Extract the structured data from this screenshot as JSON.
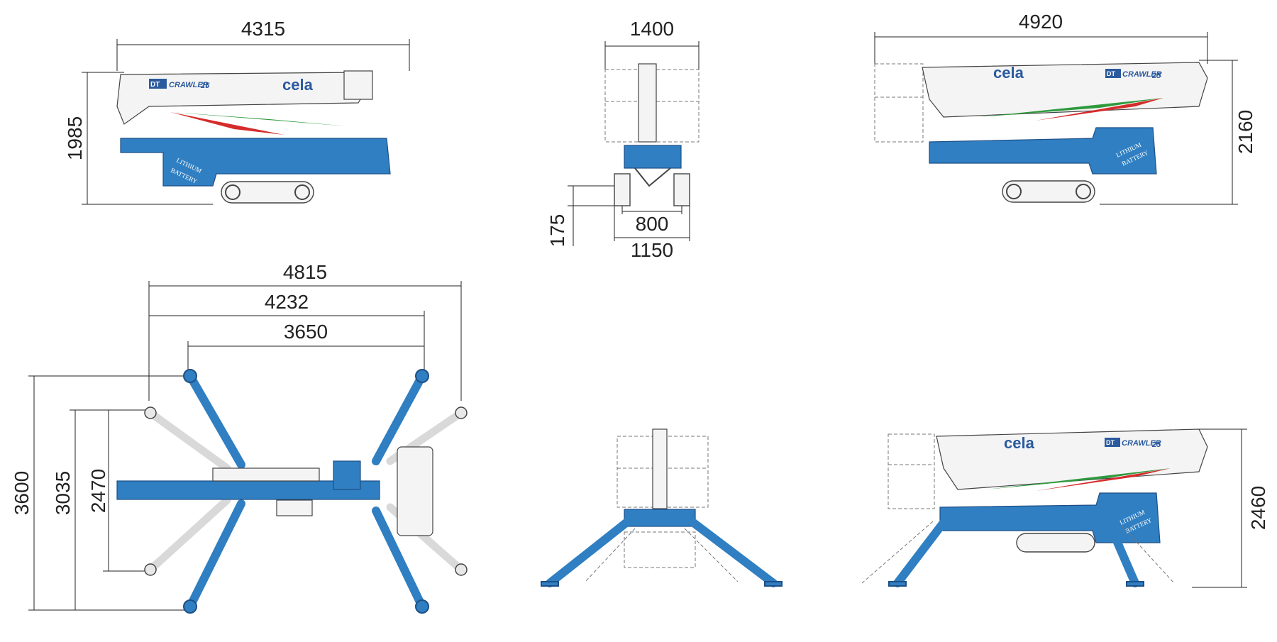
{
  "brand": {
    "logo_text": "cela",
    "model_prefix": "DT",
    "model_name": "CRAWLER",
    "model_number": "25",
    "accent": "#2f7fc2",
    "stripe_colors": [
      "#2e9a3d",
      "#ffffff",
      "#d62b2b"
    ]
  },
  "battery_label": [
    "LITHIUM",
    "BATTERY"
  ],
  "views": {
    "side_left": {
      "width": "4315",
      "height": "1985"
    },
    "front": {
      "width": "1400",
      "clearance": "175",
      "track_gauge": "800",
      "track_outer": "1150"
    },
    "side_right": {
      "length": "4920",
      "height": "2160"
    },
    "top_outriggers": {
      "span_outer": "4815",
      "span_mid": "4232",
      "span_inner": "3650",
      "width_outer": "3600",
      "width_mid": "3035",
      "width_inner": "2470"
    },
    "side_outriggers": {
      "height": "2460"
    }
  }
}
